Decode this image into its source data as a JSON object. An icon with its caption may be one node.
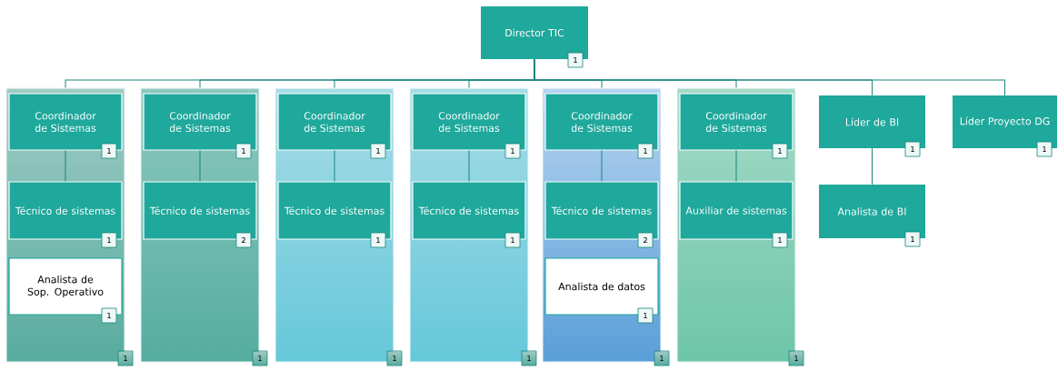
{
  "diagram": {
    "nodes": [
      {
        "text": [
          "Director TIC",
          "1"
        ]
      },
      {
        "text": [
          "1"
        ]
      },
      {
        "text": [
          "Coordinador de Sistemas",
          "1"
        ],
        "in": 1
      },
      {
        "text": [
          "Técnico de sistemas",
          "1"
        ],
        "in": 1
      },
      {
        "text": [
          "Analista de Sop. Operativo",
          "1"
        ],
        "in": 1
      },
      {
        "text": [
          "1"
        ]
      },
      {
        "text": [
          "Coordinador de Sistemas",
          "1"
        ],
        "in": 5
      },
      {
        "text": [
          "Técnico de sistemas",
          "2"
        ],
        "in": 5
      },
      {
        "text": [
          "1"
        ]
      },
      {
        "text": [
          "Coordinador de Sistemas",
          "1"
        ],
        "in": 8
      },
      {
        "text": [
          "Técnico de sistemas",
          "1"
        ],
        "in": 8
      },
      {
        "text": [
          "1"
        ]
      },
      {
        "text": [
          "Coordinador de Sistemas",
          "1"
        ],
        "in": 11
      },
      {
        "text": [
          "Técnico de sistemas",
          "1"
        ],
        "in": 11
      },
      {
        "text": [
          "1"
        ]
      },
      {
        "text": [
          "Coordinador de Sistemas",
          "1"
        ],
        "in": 14
      },
      {
        "text": [
          "Técnico de sistemas",
          "2"
        ],
        "in": 14
      },
      {
        "text": [
          "Analista de datos",
          "1"
        ],
        "in": 14
      },
      {
        "text": [
          "1"
        ]
      },
      {
        "text": [
          "Coordinador de Sistemas",
          "1"
        ],
        "in": 18
      },
      {
        "text": [
          "Auxiliar de sistemas",
          "1"
        ],
        "in": 18
      },
      {
        "text": [
          "Líder de BI",
          "1"
        ]
      },
      {
        "text": [
          "Analista de BI",
          "1"
        ]
      },
      {
        "text": [
          "Líder Proyecto DG",
          "1"
        ]
      }
    ],
    "edges": [
      {
        "from": 0,
        "to": 1,
        "arrow": "none"
      },
      {
        "from": 0,
        "to": 5,
        "arrow": "none"
      },
      {
        "from": 0,
        "to": 8,
        "arrow": "none"
      },
      {
        "from": 0,
        "to": 11,
        "arrow": "none"
      },
      {
        "from": 0,
        "to": 14,
        "arrow": "none"
      },
      {
        "from": 0,
        "to": 18,
        "arrow": "none"
      },
      {
        "from": 0,
        "to": 21,
        "arrow": "none"
      },
      {
        "from": 0,
        "to": 23,
        "arrow": "none"
      },
      {
        "from": 2,
        "to": 3,
        "arrow": "none"
      },
      {
        "from": 6,
        "to": 7,
        "arrow": "none"
      },
      {
        "from": 9,
        "to": 10,
        "arrow": "none"
      },
      {
        "from": 12,
        "to": 13,
        "arrow": "none"
      },
      {
        "from": 15,
        "to": 16,
        "arrow": "none"
      },
      {
        "from": 19,
        "to": 20,
        "arrow": "none"
      },
      {
        "from": 21,
        "to": 22,
        "arrow": "none"
      }
    ]
  }
}
